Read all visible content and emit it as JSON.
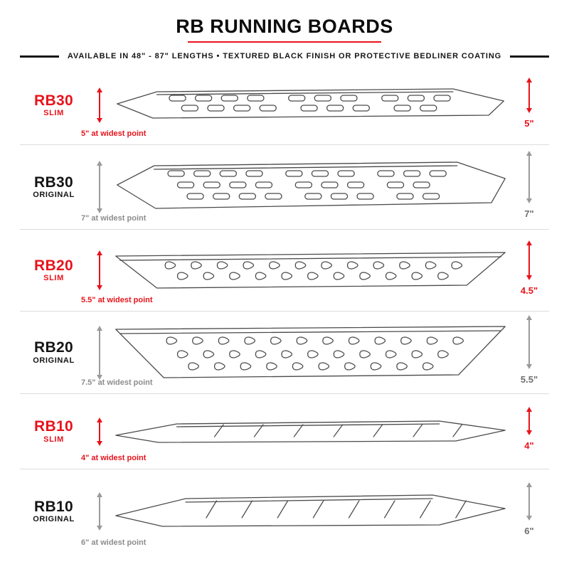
{
  "header": {
    "title": "RB RUNNING BOARDS",
    "subtitle": "AVAILABLE IN 48\" - 87\" LENGTHS  •  TEXTURED BLACK FINISH OR PROTECTIVE BEDLINER COATING"
  },
  "colors": {
    "accent_red": "#e8131b",
    "ink": "#141414",
    "muted_gray": "#8c8c8c"
  },
  "rows": [
    {
      "model": "RB30",
      "variant": "SLIM",
      "board_key": "rb30-slim",
      "width_label": "5\" at widest point",
      "height_label": "5\""
    },
    {
      "model": "RB30",
      "variant": "ORIGINAL",
      "board_key": "rb30-original",
      "width_label": "7\" at widest point",
      "height_label": "7\""
    },
    {
      "model": "RB20",
      "variant": "SLIM",
      "board_key": "rb20-slim",
      "width_label": "5.5\" at widest point",
      "height_label": "4.5\""
    },
    {
      "model": "RB20",
      "variant": "ORIGINAL",
      "board_key": "rb20-original",
      "width_label": "7.5\" at widest point",
      "height_label": "5.5\""
    },
    {
      "model": "RB10",
      "variant": "SLIM",
      "board_key": "rb10-slim",
      "width_label": "4\" at widest point",
      "height_label": "4\""
    },
    {
      "model": "RB10",
      "variant": "ORIGINAL",
      "board_key": "rb10-original",
      "width_label": "6\" at widest point",
      "height_label": "6\""
    }
  ]
}
